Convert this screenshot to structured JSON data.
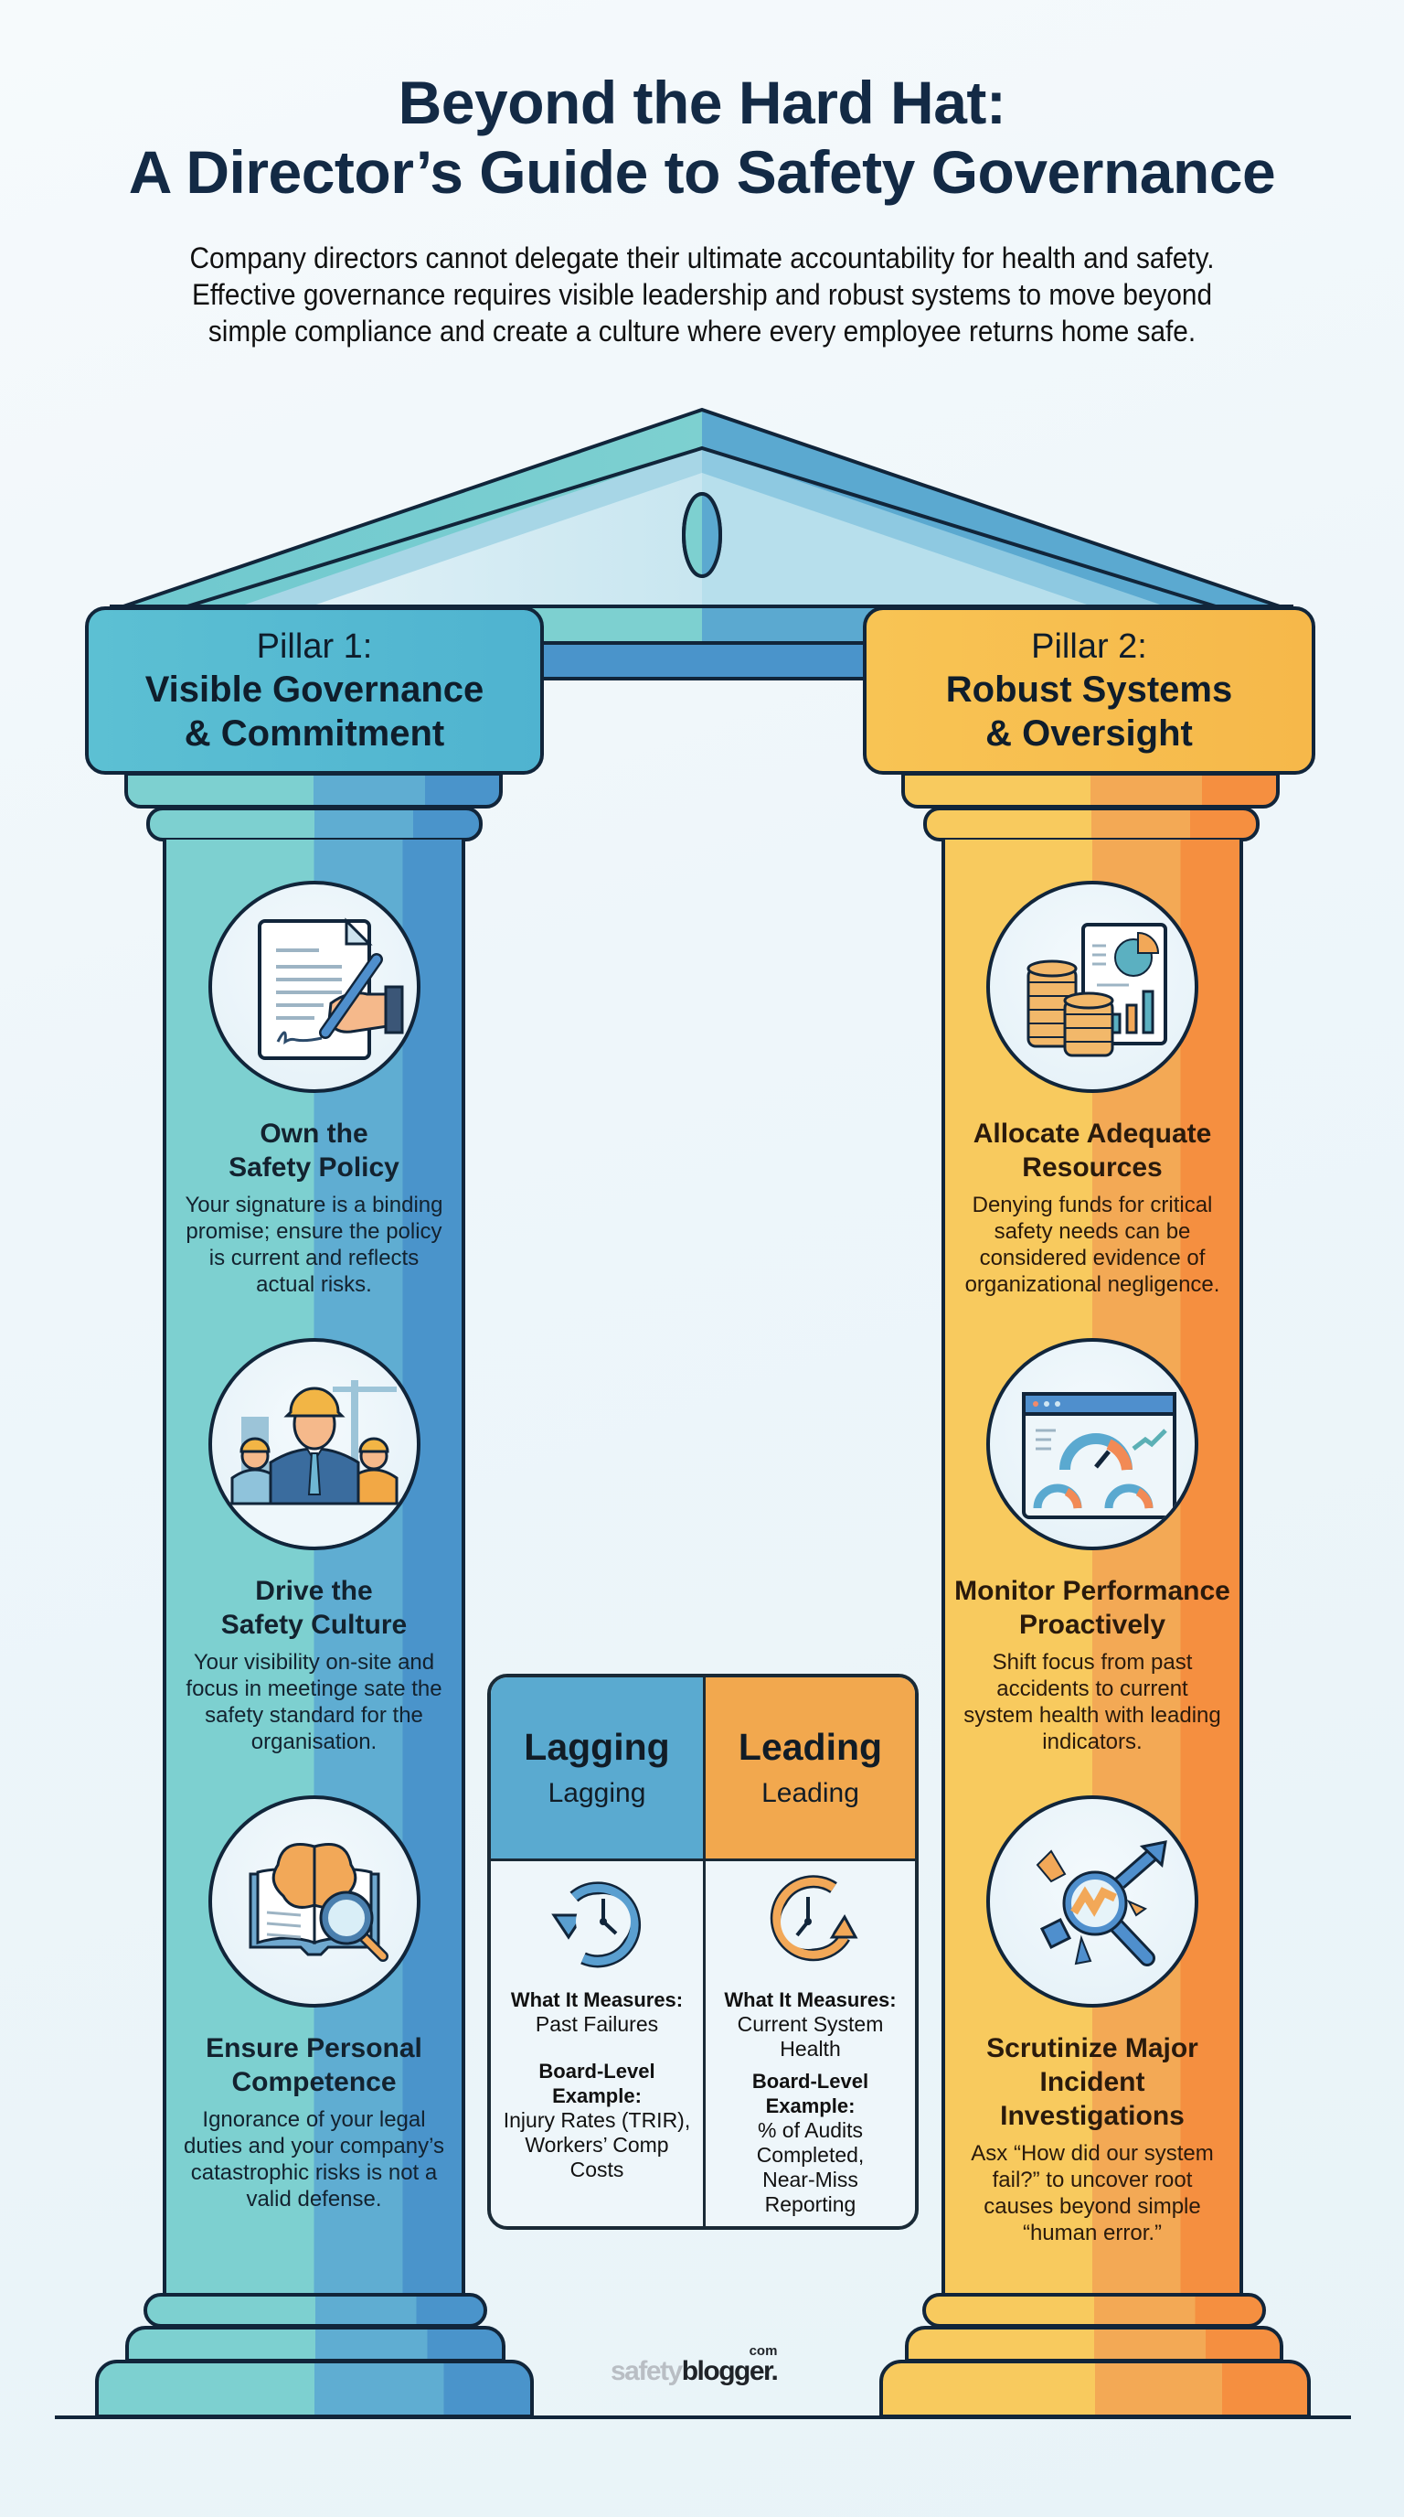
{
  "header": {
    "title_line1": "Beyond the Hard Hat:",
    "title_line2": "A Director’s Guide to Safety Governance",
    "subtitle_line1": "Company directors cannot delegate their ultimate accountability for health and safety.",
    "subtitle_line2": "Effective governance requires visible leadership and robust systems to move beyond",
    "subtitle_line3": "simple compliance and create a culture where every employee returns home safe."
  },
  "colors": {
    "title": "#132a45",
    "pillar1_teal": "#7dd0d0",
    "pillar1_blue": "#5fadd2",
    "pillar1_dark_blue": "#4a94cb",
    "pillar2_yellow": "#f8ca5e",
    "pillar2_orange": "#f3a955",
    "pillar2_dark_orange": "#f58f40",
    "outline": "#11253a"
  },
  "pillar1": {
    "number": "Pillar 1:",
    "name_line1": "Visible Governance",
    "name_line2": "& Commitment",
    "items": [
      {
        "icon": "signing-document-icon",
        "title_line1": "Own the",
        "title_line2": "Safety Policy",
        "description": "Your signature is a binding promise; ensure the policy is current and reflects actual risks."
      },
      {
        "icon": "leadership-hard-hat-icon",
        "title_line1": "Drive the",
        "title_line2": "Safety Culture",
        "description": "Your visibility on-site and focus in meetinge sate the safety standard for the organisation."
      },
      {
        "icon": "brain-book-magnifier-icon",
        "title_line1": "Ensure Personal",
        "title_line2": "Competence",
        "description": "Ignorance of your legal duties and your company’s catastrophic risks is not a valid defense."
      }
    ]
  },
  "pillar2": {
    "number": "Pillar 2:",
    "name_line1": "Robust Systems",
    "name_line2": "& Oversight",
    "items": [
      {
        "icon": "coins-report-icon",
        "title_line1": "Allocate Adequate",
        "title_line2": "Resources",
        "description": "Denying funds for critical safety needs can be considered evidence of organizational negligence."
      },
      {
        "icon": "dashboard-gauges-icon",
        "title_line1": "Monitor Performance",
        "title_line2": "Proactively",
        "description": "Shift focus from past accidents to current system health with leading indicators."
      },
      {
        "icon": "incident-investigation-icon",
        "title_line1": "Scrutinize Major",
        "title_line2": "Incident Investigations",
        "description": "Asx “How did our system fail?” to uncover root causes beyond simple “human error.”"
      }
    ]
  },
  "indicators": {
    "lagging": {
      "heading": "Lagging",
      "subheading": "Lagging",
      "icon": "clock-backward-icon",
      "measures_label": "What It Measures:",
      "measures_value": "Past Failures",
      "example_label": "Board-Level Example:",
      "example_value": "Injury Rates (TRIR), Workers’ Comp Costs"
    },
    "leading": {
      "heading": "Leading",
      "subheading": "Leading",
      "icon": "clock-forward-icon",
      "measures_label": "What It Measures:",
      "measures_value": "Current System Health",
      "example_label": "Board-Level Example:",
      "example_value": "% of Audits Completed, Near-Miss Reporting"
    }
  },
  "footer": {
    "logo_part1": "safety",
    "logo_part2": "blogger.",
    "logo_tld": "com"
  }
}
